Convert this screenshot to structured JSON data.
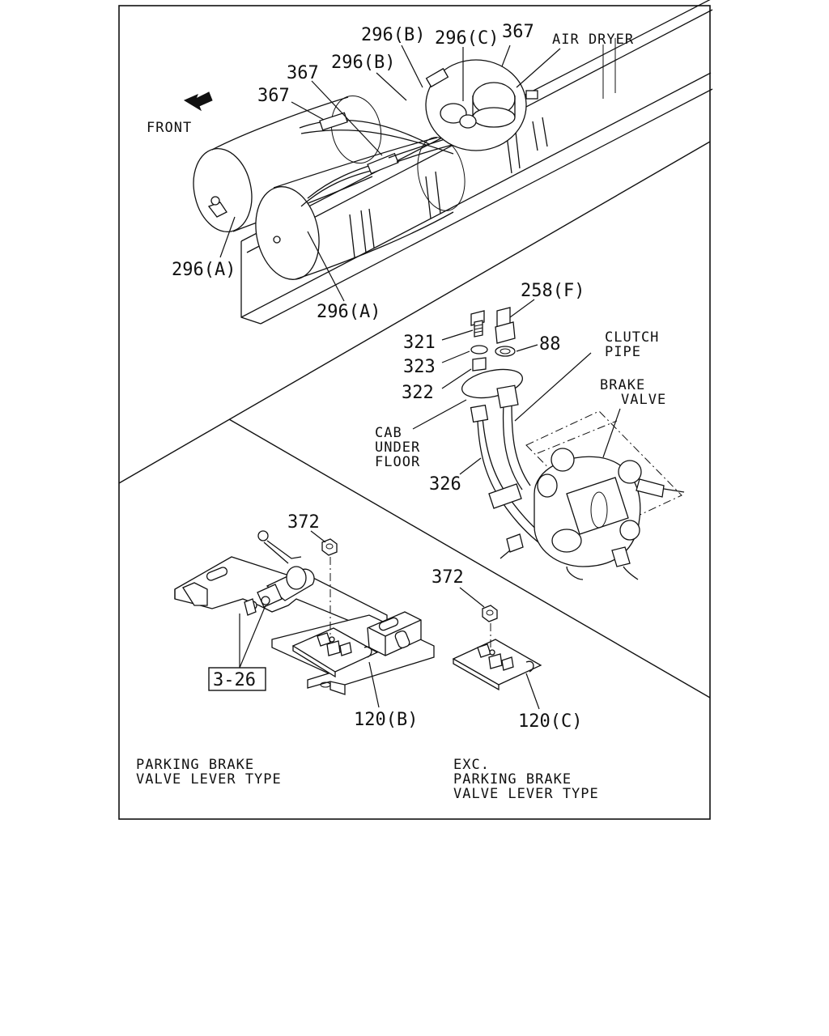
{
  "labels": {
    "l296b_top": "296(B)",
    "l296c": "296(C)",
    "l367_top": "367",
    "air_dryer": "AIR DRYER",
    "l367_a": "367",
    "l296b_mid": "296(B)",
    "l367_b": "367",
    "front": "FRONT",
    "l296a_left": "296(A)",
    "l296a_bottom": "296(A)",
    "l258f": "258(F)",
    "l321": "321",
    "l88": "88",
    "clutch_1": "CLUTCH",
    "clutch_2": "PIPE",
    "l323": "323",
    "l322": "322",
    "brake_1": "BRAKE",
    "brake_2": "VALVE",
    "cab_1": "CAB",
    "cab_2": "UNDER",
    "cab_3": "FLOOR",
    "l326": "326",
    "l372_left": "372",
    "l372_right": "372",
    "ref_box": "3-26",
    "l120b": "120(B)",
    "l120c": "120(C)",
    "caption_left_1": "PARKING BRAKE",
    "caption_left_2": "VALVE LEVER TYPE",
    "caption_right_1": "EXC.",
    "caption_right_2": "PARKING BRAKE",
    "caption_right_3": "VALVE LEVER TYPE"
  }
}
